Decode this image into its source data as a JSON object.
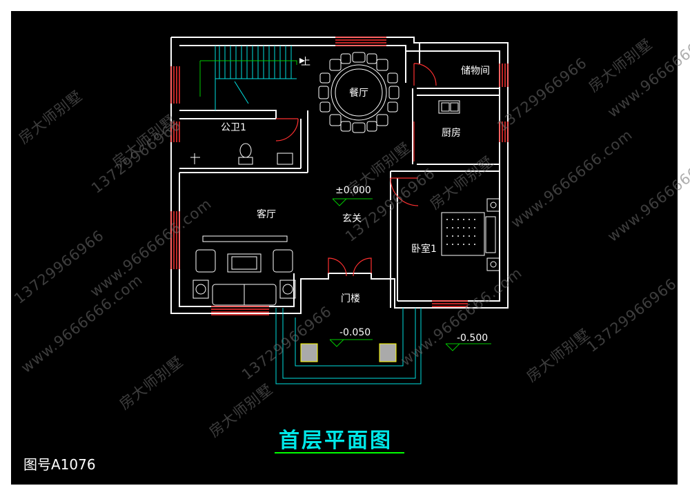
{
  "drawing": {
    "title": "首层平面图",
    "number": "图号A1076"
  },
  "rooms": {
    "dining": "餐厅",
    "storage": "储物间",
    "kitchen": "厨房",
    "bathroom": "公卫1",
    "living": "客厅",
    "foyer": "玄关",
    "bedroom": "卧室1",
    "entrance": "门楼",
    "stair_mark": "上"
  },
  "levels": {
    "floor": "±0.000",
    "porch": "-0.050",
    "ground": "-0.500"
  },
  "watermarks": {
    "brand": "房大师别墅",
    "phone": "13729966966",
    "site": "www.9666666.com"
  },
  "colors": {
    "wall": "#ffffff",
    "window": "#ff3030",
    "door": "#ff3030",
    "stairs": "#00e0e0",
    "furniture": "#ffffff",
    "level_marker": "#00cc00",
    "title": "#00e8e8"
  }
}
